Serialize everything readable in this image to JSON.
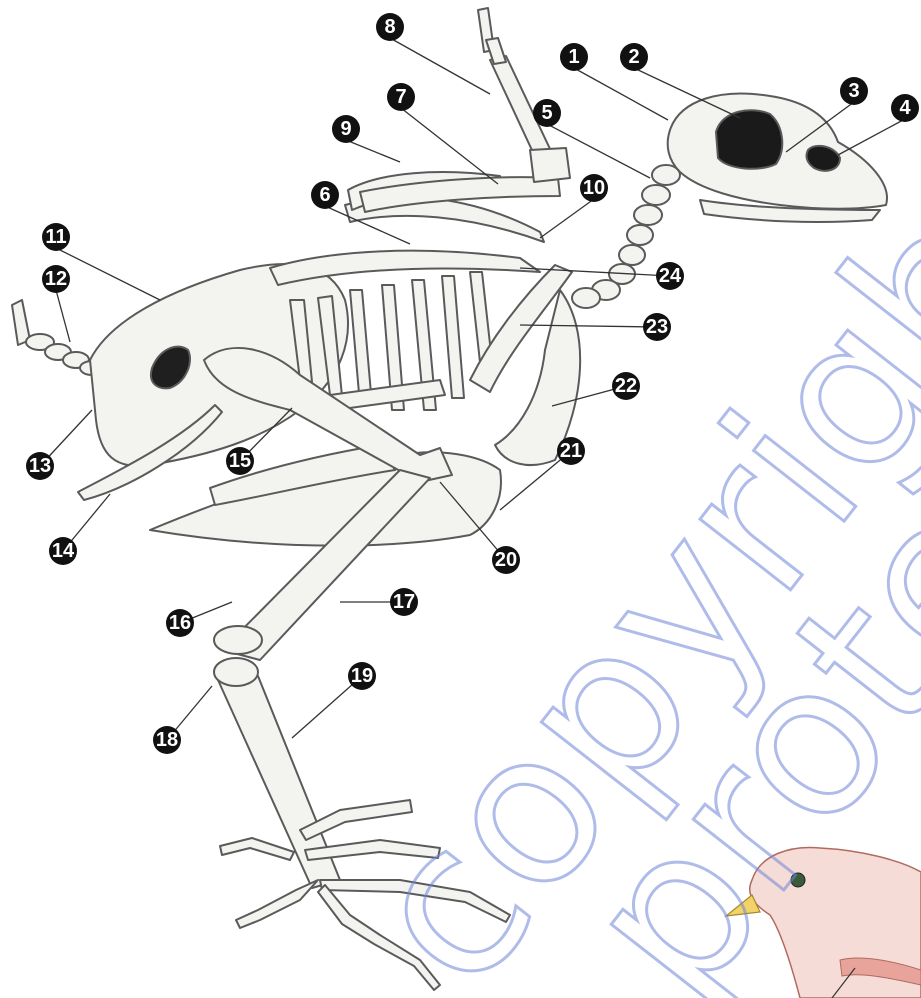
{
  "diagram": {
    "callouts": [
      "1",
      "2",
      "3",
      "4",
      "5",
      "6",
      "7",
      "8",
      "9",
      "10",
      "11",
      "12",
      "13",
      "14",
      "15",
      "16",
      "17",
      "18",
      "19",
      "20",
      "21",
      "22",
      "23",
      "24"
    ]
  },
  "watermark": {
    "line1": "copyright",
    "line2": "protected"
  },
  "colors": {
    "bone_fill": "#f3f3f0",
    "bone_stroke": "#5a5a5a",
    "shadow": "#9a9a9a",
    "callout_fill": "#111111",
    "watermark": "#6f86d8",
    "chick_pink": "#e8a39b",
    "beak_yellow": "#f2d36a"
  }
}
